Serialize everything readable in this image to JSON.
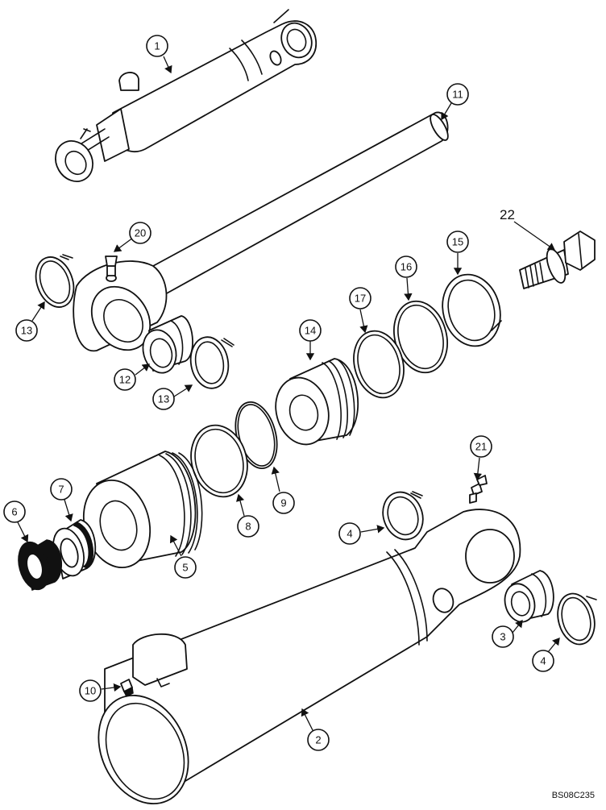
{
  "callouts": {
    "c1": "1",
    "c2": "2",
    "c3": "3",
    "c4a": "4",
    "c4b": "4",
    "c5": "5",
    "c6": "6",
    "c7": "7",
    "c8": "8",
    "c9": "9",
    "c10": "10",
    "c11": "11",
    "c12": "12",
    "c13a": "13",
    "c13b": "13",
    "c14": "14",
    "c15": "15",
    "c16": "16",
    "c17": "17",
    "c20": "20",
    "c21": "21",
    "c22": "22"
  },
  "figure_code": "BS08C235"
}
